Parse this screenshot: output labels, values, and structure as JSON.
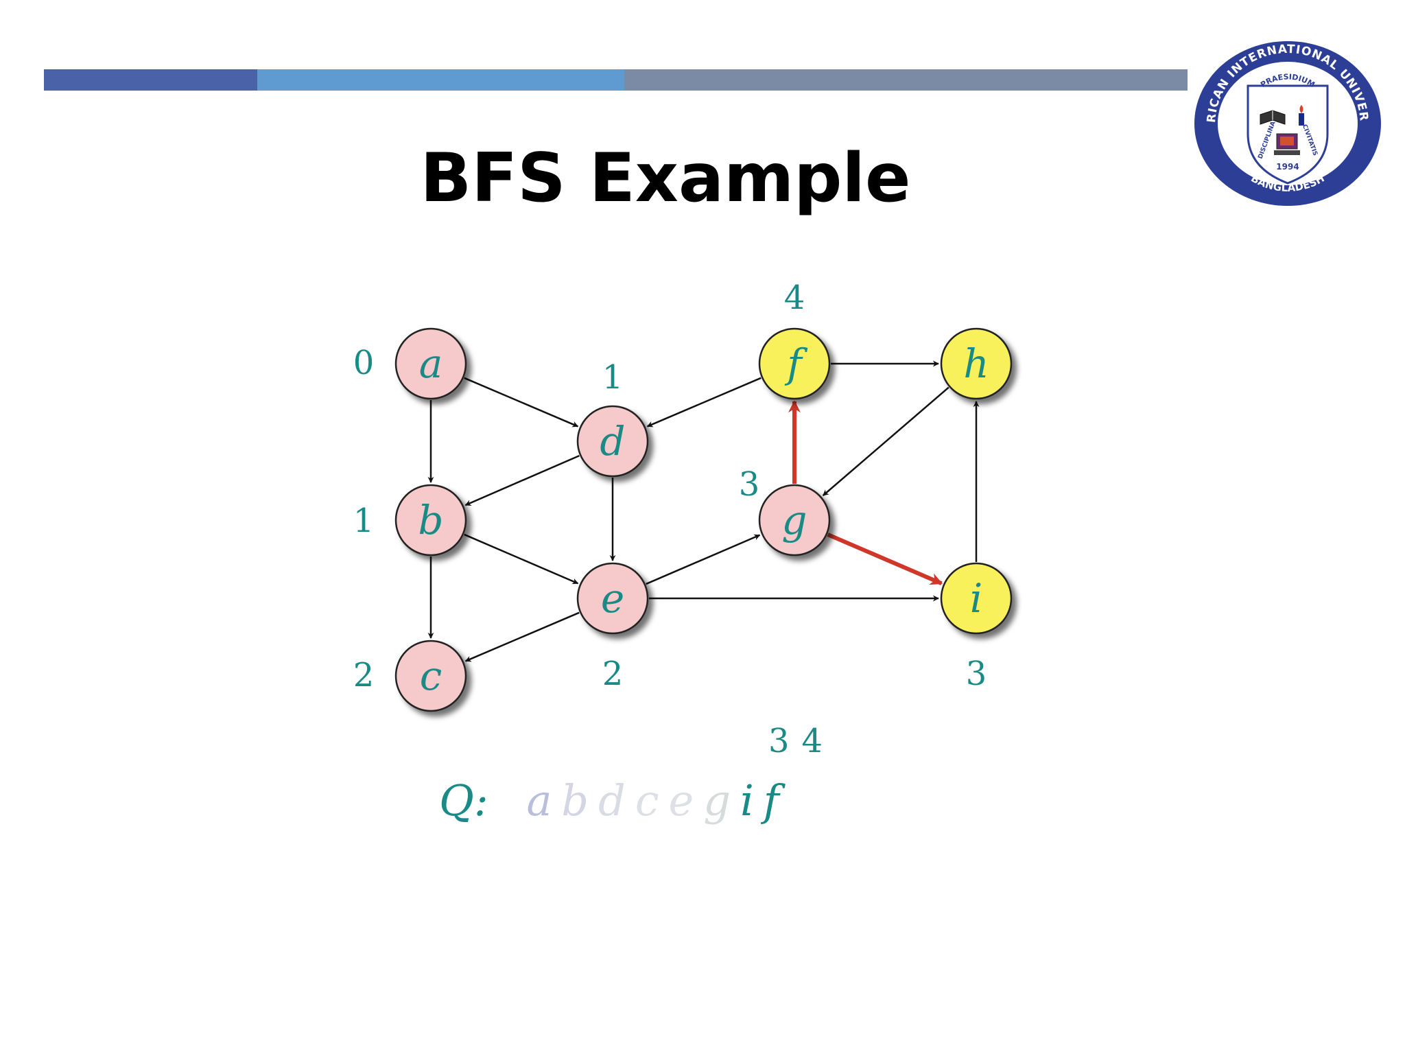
{
  "slide": {
    "title": "BFS Example",
    "bar_colors": [
      "#4a63a8",
      "#5f9bd1",
      "#7b8ba6"
    ]
  },
  "logo": {
    "ring_text_top": "AMERICAN INTERNATIONAL UNIVERSITY",
    "ring_text_bottom": "BANGLADESH",
    "motto_top": "PRAESIDIUM",
    "motto_left": "DISCIPLINA",
    "motto_right": "CIVITATIS",
    "year": "1994"
  },
  "graph": {
    "nodes": [
      {
        "id": "a",
        "label": "a",
        "distance": "0",
        "state": "visited"
      },
      {
        "id": "b",
        "label": "b",
        "distance": "1",
        "state": "visited"
      },
      {
        "id": "c",
        "label": "c",
        "distance": "2",
        "state": "visited"
      },
      {
        "id": "d",
        "label": "d",
        "distance": "1",
        "state": "visited"
      },
      {
        "id": "e",
        "label": "e",
        "distance": "2",
        "state": "visited"
      },
      {
        "id": "f",
        "label": "f",
        "distance": "4",
        "state": "frontier"
      },
      {
        "id": "g",
        "label": "g",
        "distance": "3",
        "state": "visited"
      },
      {
        "id": "h",
        "label": "h",
        "distance": "",
        "state": "frontier"
      },
      {
        "id": "i",
        "label": "i",
        "distance": "3",
        "state": "frontier"
      }
    ],
    "edges": [
      {
        "from": "a",
        "to": "d",
        "highlight": false
      },
      {
        "from": "a",
        "to": "b",
        "highlight": false
      },
      {
        "from": "d",
        "to": "b",
        "highlight": false
      },
      {
        "from": "d",
        "to": "e",
        "highlight": false
      },
      {
        "from": "b",
        "to": "e",
        "highlight": false
      },
      {
        "from": "b",
        "to": "c",
        "highlight": false
      },
      {
        "from": "e",
        "to": "c",
        "highlight": false
      },
      {
        "from": "e",
        "to": "g",
        "highlight": false
      },
      {
        "from": "e",
        "to": "i",
        "highlight": false
      },
      {
        "from": "f",
        "to": "d",
        "highlight": false
      },
      {
        "from": "f",
        "to": "h",
        "highlight": false
      },
      {
        "from": "h",
        "to": "g",
        "highlight": false
      },
      {
        "from": "i",
        "to": "h",
        "highlight": false
      },
      {
        "from": "g",
        "to": "f",
        "highlight": true
      },
      {
        "from": "g",
        "to": "i",
        "highlight": true
      }
    ],
    "colors": {
      "visited_fill": "#f6c9ca",
      "frontier_fill": "#f9f15b",
      "label": "#1a8a86",
      "edge": "#111111",
      "highlight_edge": "#d0362a"
    }
  },
  "queue": {
    "prefix": "Q:",
    "items": [
      {
        "label": "a",
        "color": "#b9bedd"
      },
      {
        "label": "b",
        "color": "#d4d6e4"
      },
      {
        "label": "d",
        "color": "#d9dce4"
      },
      {
        "label": "c",
        "color": "#dde0e5"
      },
      {
        "label": "e",
        "color": "#dde0e5"
      },
      {
        "label": "g",
        "color": "#d6dcdc"
      },
      {
        "label": "i",
        "color": "#1a8a86"
      },
      {
        "label": "f",
        "color": "#1a8a86"
      }
    ],
    "distances": [
      "3",
      "4"
    ]
  }
}
